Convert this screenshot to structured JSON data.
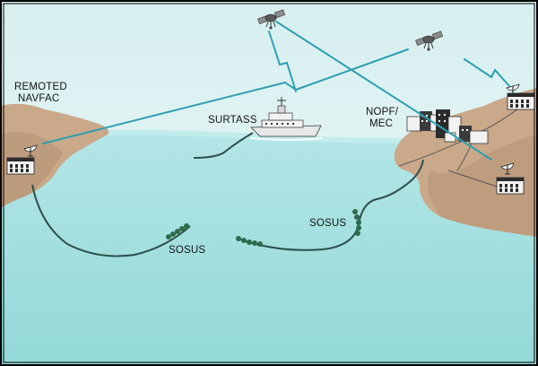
{
  "labels": {
    "remoted_line1": "REMOTED",
    "remoted_line2": "NAVFAC",
    "surtass": "SURTASS",
    "nopf_line1": "NOPF/",
    "nopf_line2": "MEC",
    "sosus_left": "SOSUS",
    "sosus_right": "SOSUS"
  },
  "icons": {
    "satellite": "satellite-icon",
    "ship": "ship-icon",
    "dish": "satellite-dish-icon",
    "building": "building-icon"
  },
  "colors": {
    "sky": "#e6f6f6",
    "sea": "#9fdede",
    "sea_deep": "#8fd6d6",
    "land": "#c9a98a",
    "land_shadow": "#a98a6e",
    "link_line": "#2f9fb0",
    "cable": "#2e4e4a",
    "hydrophone": "#2d6b4e",
    "frame": "#000000"
  }
}
